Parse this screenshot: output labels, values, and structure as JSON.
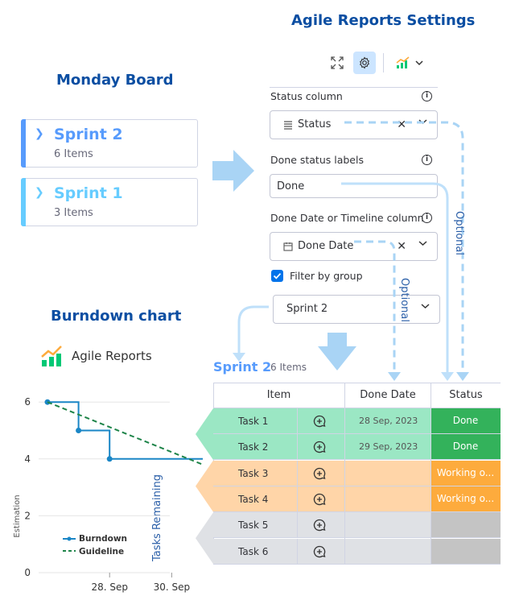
{
  "headings": {
    "settings": "Agile Reports Settings",
    "board": "Monday Board",
    "burndown": "Burndown chart"
  },
  "board_groups": [
    {
      "name": "Sprint 2",
      "count": "6 Items",
      "color": "#579bfc"
    },
    {
      "name": "Sprint 1",
      "count": "3 Items",
      "color": "#66ccff"
    }
  ],
  "settings": {
    "toolbar": {
      "fullscreen_icon": "fullscreen-icon",
      "gear_icon": "gear-icon",
      "chart_icon": "chart-icon"
    },
    "status_column": {
      "label": "Status column",
      "value": "Status"
    },
    "done_labels": {
      "label": "Done status labels",
      "value": "Done"
    },
    "done_date": {
      "label": "Done Date or Timeline column",
      "value": "Done Date"
    },
    "filter_by_group": {
      "label": "Filter by group",
      "checked": true
    },
    "group": {
      "value": "Sprint 2"
    }
  },
  "annotations": {
    "optional_1": "Optional",
    "optional_2": "Optional",
    "tasks_remaining": "Tasks Remaining"
  },
  "widget": {
    "title": "Agile Reports"
  },
  "chart_data": {
    "type": "line",
    "ylabel": "Estimation",
    "xlabel": "",
    "ylim": [
      0,
      6
    ],
    "y_ticks": [
      "0",
      "2",
      "4",
      "6"
    ],
    "x_ticks": [
      "28. Sep",
      "30. Sep"
    ],
    "series": [
      {
        "name": "Burndown",
        "color": "#1a86c6",
        "points": [
          [
            "26. Sep",
            6
          ],
          [
            "28. Sep",
            5
          ],
          [
            "29. Sep",
            4
          ],
          [
            "30. Sep",
            4
          ],
          [
            "1. Oct",
            4
          ]
        ],
        "step": true
      },
      {
        "name": "Guideline",
        "color": "#1e8449",
        "dashed": true,
        "points": [
          [
            "26. Sep",
            6
          ],
          [
            "1. Oct",
            3.8
          ]
        ]
      }
    ],
    "legend": "bottom-left"
  },
  "table": {
    "group_name": "Sprint 2",
    "group_count": "6 Items",
    "columns": [
      "Item",
      "Done Date",
      "Status"
    ],
    "rows": [
      {
        "name": "Task 1",
        "date": "28 Sep, 2023",
        "status": "Done",
        "status_color": "#33b25b",
        "band": "#9be7c4"
      },
      {
        "name": "Task 2",
        "date": "29 Sep, 2023",
        "status": "Done",
        "status_color": "#33b25b",
        "band": "#9be7c4"
      },
      {
        "name": "Task 3",
        "date": "",
        "status": "Working o...",
        "status_color": "#fdab3d",
        "band": "#ffd5a8"
      },
      {
        "name": "Task 4",
        "date": "",
        "status": "Working o...",
        "status_color": "#fdab3d",
        "band": "#ffd5a8"
      },
      {
        "name": "Task 5",
        "date": "",
        "status": "",
        "status_color": "#c4c4c4",
        "band": "#dfe1e5"
      },
      {
        "name": "Task 6",
        "date": "",
        "status": "",
        "status_color": "#c4c4c4",
        "band": "#dfe1e5"
      }
    ]
  }
}
